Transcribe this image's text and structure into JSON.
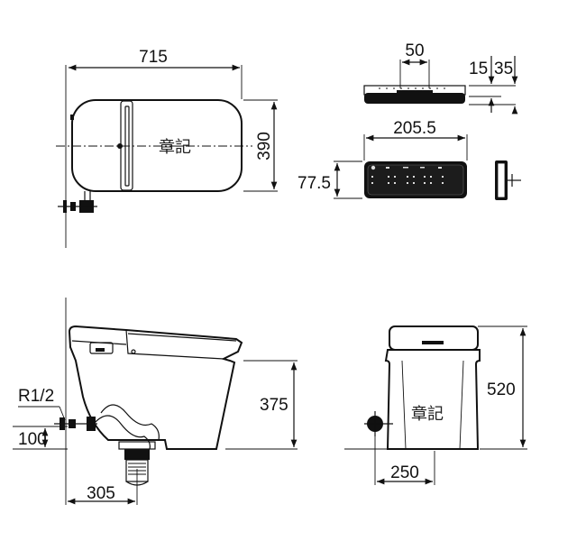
{
  "drawing": {
    "top_view": {
      "width_dim": "715",
      "depth_dim": "390",
      "watermark": "章記"
    },
    "remote_top": {
      "dim_a": "50",
      "dim_b": "15",
      "dim_c": "35"
    },
    "remote_front": {
      "width_dim": "205.5",
      "height_dim": "77.5"
    },
    "side_view": {
      "thread_label": "R1/2",
      "inlet_height": "100",
      "seat_height": "375",
      "drain_offset": "305"
    },
    "back_view": {
      "height_dim": "520",
      "inlet_offset": "250",
      "watermark": "章記"
    }
  }
}
